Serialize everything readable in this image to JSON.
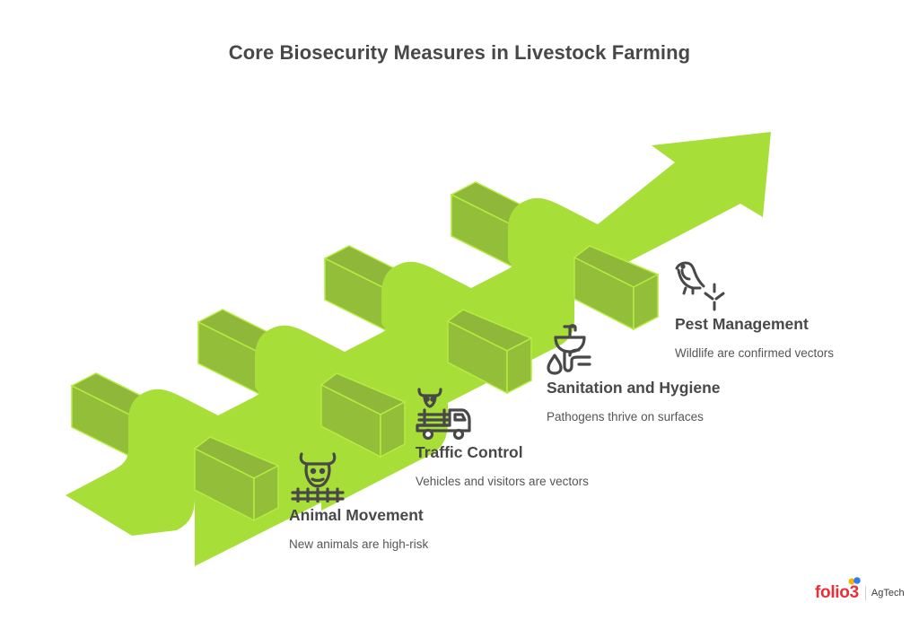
{
  "title": "Core Biosecurity Measures in Livestock Farming",
  "colors": {
    "ribbon": "#a8de38",
    "block_face": "#93be3a",
    "block_top": "#8fb83a",
    "block_edge": "#b5ec3f",
    "text_dark": "#484848",
    "text_desc": "#555555",
    "brand_red": "#e8303a"
  },
  "steps": [
    {
      "label": "Animal Movement",
      "description": "New animals are high-risk",
      "icon": "cow-fence-icon"
    },
    {
      "label": "Traffic Control",
      "description": "Vehicles and visitors are vectors",
      "icon": "livestock-truck-icon"
    },
    {
      "label": "Sanitation and Hygiene",
      "description": "Pathogens thrive on surfaces",
      "icon": "sink-drop-icon"
    },
    {
      "label": "Pest Management",
      "description": "Wildlife are confirmed vectors",
      "icon": "bird-footprint-icon"
    }
  ],
  "logo": {
    "brand": "folio3",
    "sub": "AgTech"
  }
}
